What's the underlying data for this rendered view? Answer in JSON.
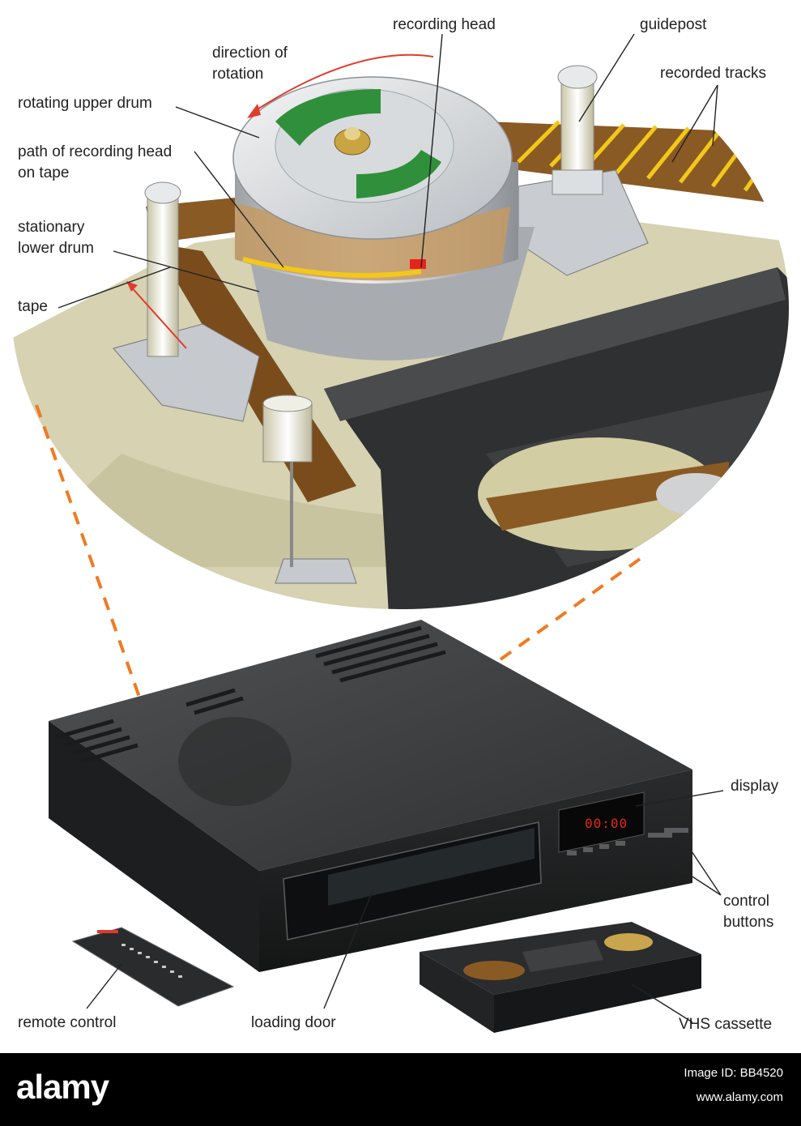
{
  "labels": {
    "recording_head": "recording head",
    "guidepost": "guidepost",
    "direction_of_rotation_1": "direction of",
    "direction_of_rotation_2": "rotation",
    "recorded_tracks": "recorded tracks",
    "rotating_upper_drum": "rotating upper drum",
    "path_of_recording_head_1": "path of recording head",
    "path_of_recording_head_2": "on tape",
    "stationary_lower_drum_1": "stationary",
    "stationary_lower_drum_2": "lower drum",
    "tape": "tape",
    "display": "display",
    "control_buttons_1": "control",
    "control_buttons_2": "buttons",
    "remote_control": "remote control",
    "loading_door": "loading door",
    "vhs_cassette": "VHS cassette"
  },
  "display_readout": "00:00",
  "footer": {
    "logo": "alamy",
    "image_id": "Image ID: BB4520",
    "url": "www.alamy.com"
  },
  "colors": {
    "tape_brown": "#8a5a24",
    "track_yellow": "#f2c81a",
    "circuit_green": "#2f8f3a",
    "vcr_body": "#3a3b3c",
    "deck_beige": "#d6d2b2",
    "leader_orange": "#f07a22",
    "rotation_arrow": "#e23b2a",
    "head_red": "#e8221a"
  }
}
